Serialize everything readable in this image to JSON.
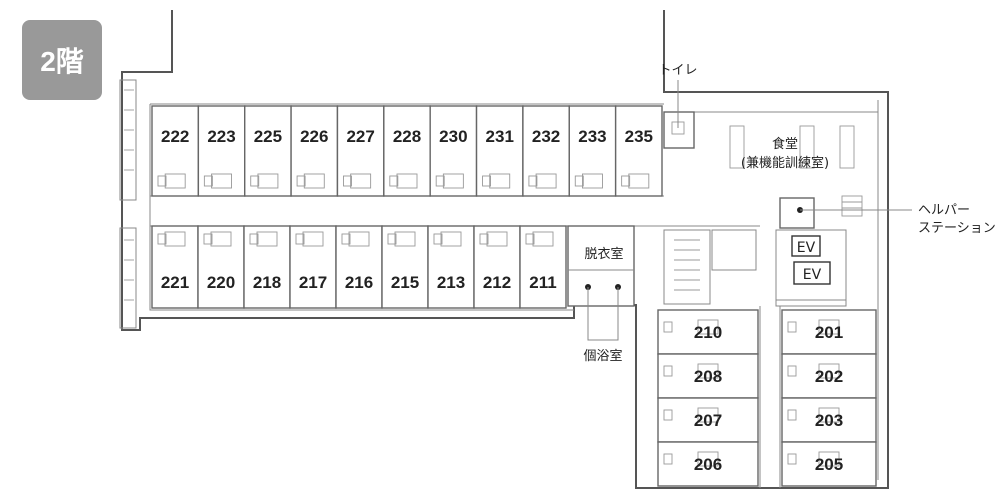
{
  "floor_label": "2階",
  "labels": {
    "toilet": "トイレ",
    "dining_line1": "食堂",
    "dining_line2": "(兼機能訓練室)",
    "helper_line1": "ヘルパー",
    "helper_line2": "ステーション",
    "dressing": "脱衣室",
    "bath": "個浴室",
    "ev1": "EV",
    "ev2": "EV"
  },
  "rooms": {
    "north_row": [
      "222",
      "223",
      "225",
      "226",
      "227",
      "228",
      "230",
      "231",
      "232",
      "233",
      "235"
    ],
    "south_row": [
      "221",
      "220",
      "218",
      "217",
      "216",
      "215",
      "213",
      "212",
      "211"
    ],
    "wing_west": [
      "210",
      "208",
      "207",
      "206"
    ],
    "wing_east": [
      "201",
      "202",
      "203",
      "205"
    ]
  },
  "colors": {
    "badge": "#999999",
    "wall": "#555555"
  }
}
